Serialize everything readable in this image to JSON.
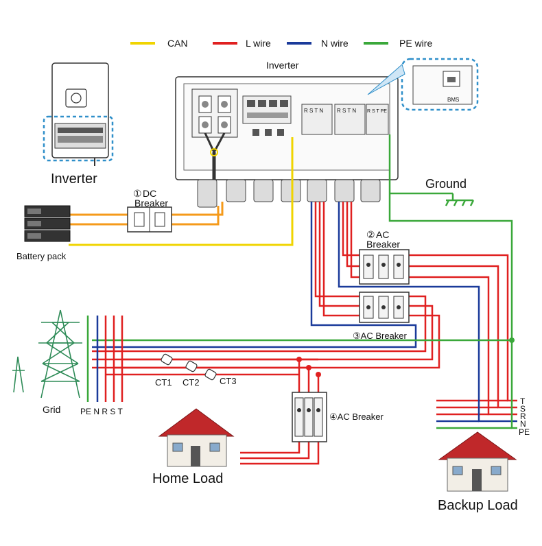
{
  "legend": {
    "can": "CAN",
    "l_wire": "L wire",
    "n_wire": "N wire",
    "pe_wire": "PE wire"
  },
  "colors": {
    "can": "#f0d400",
    "l_wire": "#e02020",
    "n_wire": "#1a3a9a",
    "pe_wire": "#3aa83a",
    "dc_wire": "#f59a1a",
    "callout": "#2f8fc9"
  },
  "labels": {
    "inverter_top": "Inverter",
    "inverter_left": "Inverter",
    "bms": "BMS",
    "terminals_a": "R S T N",
    "terminals_b": "R S T N",
    "terminals_c": "R S T PE",
    "ground": "Ground",
    "battery_pack": "Battery pack",
    "dc_breaker_num": "①",
    "dc_breaker": "DC",
    "dc_breaker_2": "Breaker",
    "ac_breaker2_num": "②",
    "ac_breaker2": "AC",
    "ac_breaker2_2": "Breaker",
    "ac_breaker3": "③AC Breaker",
    "ac_breaker4": "④AC Breaker",
    "grid": "Grid",
    "grid_phases": "PE N R S T",
    "ct1": "CT1",
    "ct2": "CT2",
    "ct3": "CT3",
    "home_load": "Home Load",
    "backup_load": "Backup Load",
    "bus_t": "T",
    "bus_s": "S",
    "bus_r": "R",
    "bus_n": "N",
    "bus_pe": "PE"
  }
}
